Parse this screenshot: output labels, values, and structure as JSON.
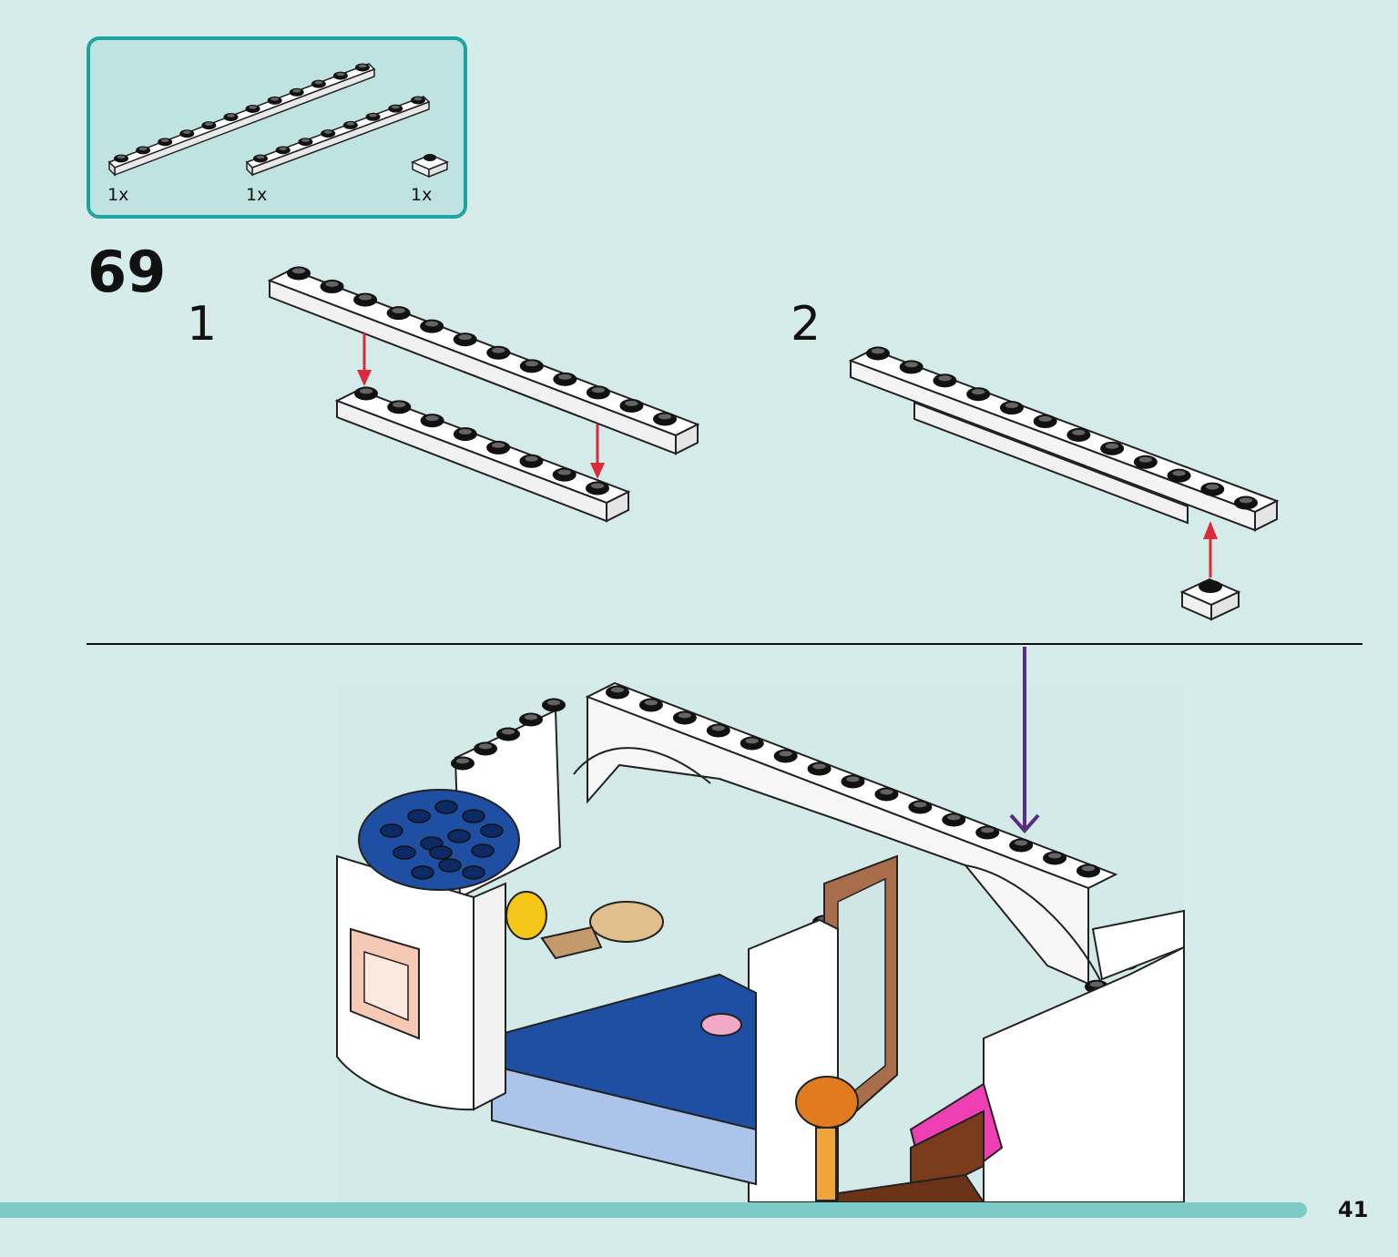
{
  "parts_list": {
    "items": [
      {
        "name": "plate-1x12-white",
        "qty": "1x"
      },
      {
        "name": "plate-1x8-white",
        "qty": "1x"
      },
      {
        "name": "plate-1x1-white",
        "qty": "1x"
      }
    ]
  },
  "step": {
    "number": "69",
    "substeps": [
      {
        "label": "1"
      },
      {
        "label": "2"
      }
    ]
  },
  "page": {
    "number": "41",
    "progress": 0.935
  },
  "colors": {
    "background": "#d6ecea",
    "parts_border": "#1fa3a0",
    "arrow_red": "#d92b3a",
    "arrow_purple": "#5a2d82",
    "progress": "#7ccbc7"
  }
}
